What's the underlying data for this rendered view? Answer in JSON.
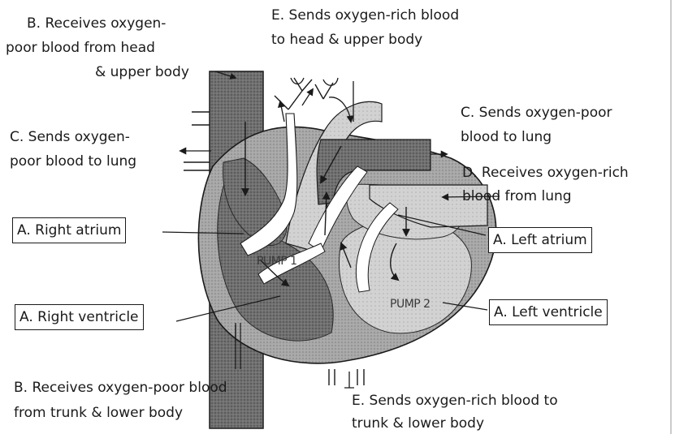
{
  "labels": {
    "b_top_line1": "B. Receives oxygen-",
    "b_top_line2": "poor blood from head",
    "b_top_line3": "& upper body",
    "e_top_line1": "E. Sends oxygen-rich blood",
    "e_top_line2": "to head & upper body",
    "c_left_line1": "C. Sends oxygen-",
    "c_left_line2": "poor blood to lung",
    "c_right_line1": "C. Sends oxygen-poor",
    "c_right_line2": "blood to lung",
    "d_right_line1": "D. Receives oxygen-rich",
    "d_right_line2": "blood from lung",
    "right_atrium": "A. Right atrium",
    "left_atrium": "A. Left atrium",
    "right_ventricle": "A. Right ventricle",
    "left_ventricle": "A. Left ventricle",
    "b_bottom_line1": "B. Receives oxygen-poor blood",
    "b_bottom_line2": "from  trunk & lower body",
    "e_bottom_line1": "E. Sends oxygen-rich blood to",
    "e_bottom_line2": "trunk & lower body",
    "pump1": "PUMP 1",
    "pump2": "PUMP 2"
  },
  "colors": {
    "ink": "#1a1a1a",
    "dark_fill": "#6f6f6f",
    "light_fill": "#cfcfcf",
    "outer_fill": "#a9a9a9",
    "background": "#ffffff"
  }
}
